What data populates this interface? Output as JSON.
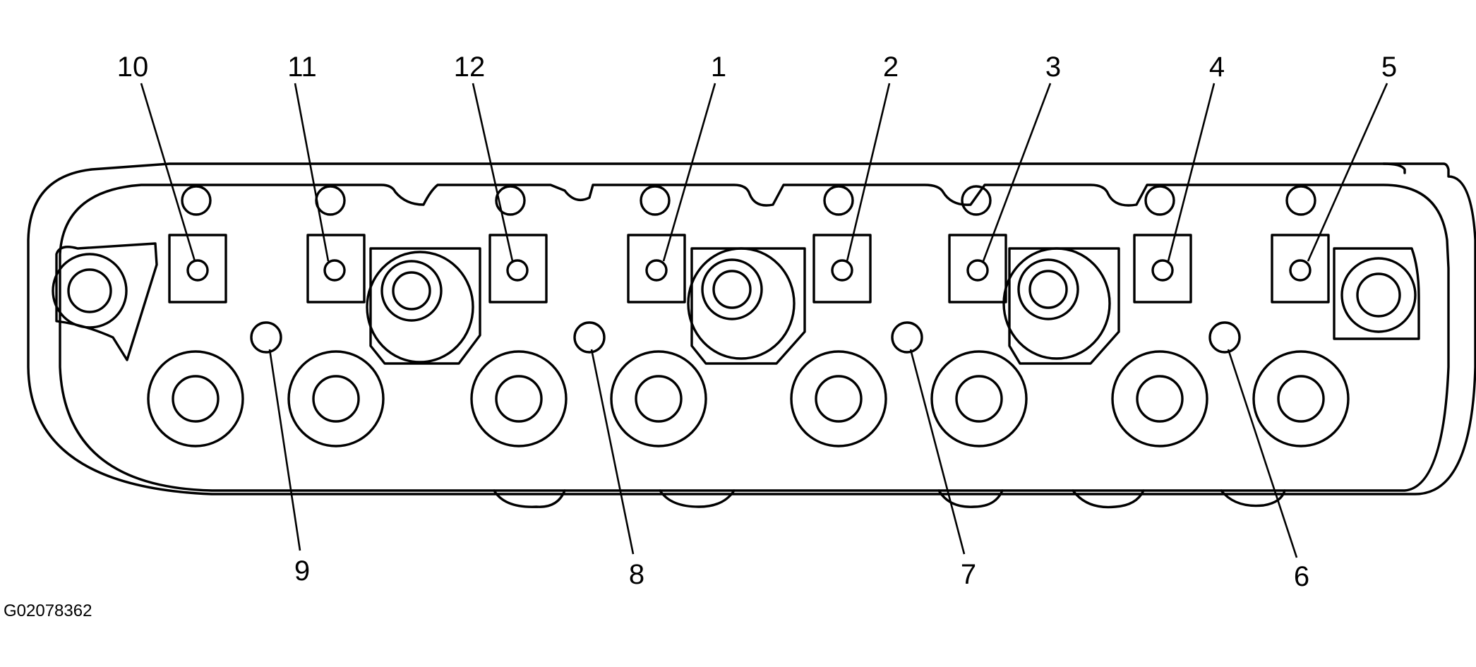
{
  "figure_id": "G02078362",
  "callouts": [
    {
      "label": "1",
      "kind": "bolt-upper"
    },
    {
      "label": "2",
      "kind": "bolt-upper"
    },
    {
      "label": "3",
      "kind": "bolt-upper"
    },
    {
      "label": "4",
      "kind": "bolt-upper"
    },
    {
      "label": "5",
      "kind": "bolt-upper"
    },
    {
      "label": "6",
      "kind": "bolt-lower"
    },
    {
      "label": "7",
      "kind": "bolt-lower"
    },
    {
      "label": "8",
      "kind": "bolt-lower"
    },
    {
      "label": "9",
      "kind": "bolt-lower"
    },
    {
      "label": "10",
      "kind": "bolt-upper"
    },
    {
      "label": "11",
      "kind": "bolt-upper"
    },
    {
      "label": "12",
      "kind": "bolt-upper"
    }
  ]
}
